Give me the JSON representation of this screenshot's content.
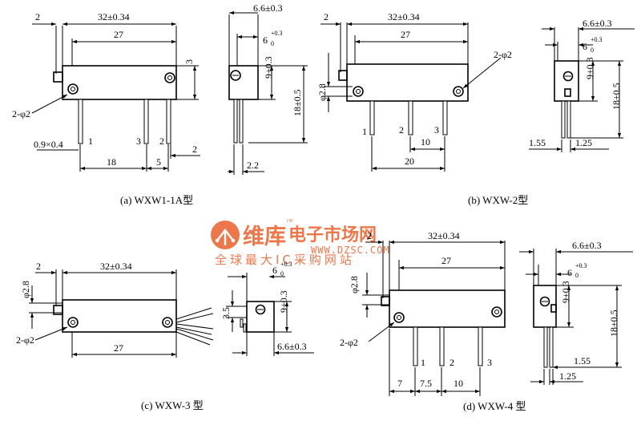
{
  "captions": {
    "a": "(a) WXW1-1A型",
    "b": "(b) WXW-2型",
    "c": "(c) WXW-3 型",
    "d": "(d) WXW-4 型"
  },
  "dims": {
    "total_length": "32±0.34",
    "body_length": "27",
    "offset_2": "2",
    "hole": "2-φ2",
    "height_3": "3",
    "pin_size": "0.9×0.4",
    "pitch_18": "18",
    "pitch_5": "5",
    "pitch_20": "20",
    "pitch_10": "10",
    "pitch_7": "7",
    "pitch_7_5": "7.5",
    "width": "6.6±0.3",
    "depth_base": "6",
    "tol_plus": "+0.3",
    "tol_zero": "0",
    "height_9": "9±0.3",
    "height_18": "18±0.5",
    "side_2_2": "2.2",
    "side_1_55": "1.55",
    "side_1_25": "1.25",
    "phi_2_8": "φ2.8",
    "h_3_5": "3.5"
  },
  "pins": {
    "p1": "1",
    "p2": "2",
    "p3": "3"
  },
  "watermark": {
    "brand": "维库",
    "tagline": "电子市场网",
    "tm": "TM",
    "url": "WWW.DZSC.COM",
    "slogan": "全球最大IC采购网站"
  }
}
